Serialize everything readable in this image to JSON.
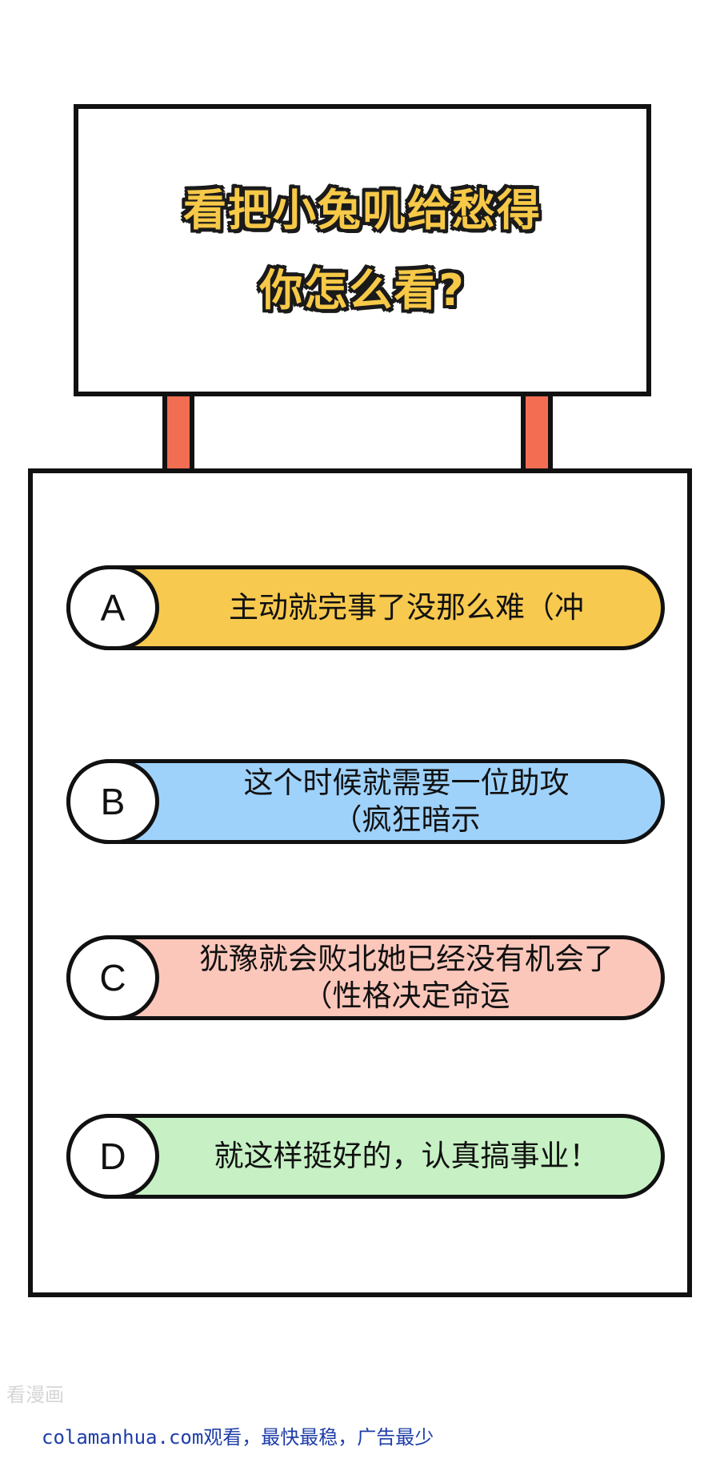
{
  "question": {
    "line1": "看把小兔叽给愁得",
    "line2": "你怎么看?"
  },
  "options": [
    {
      "letter": "A",
      "lines": [
        "主动就完事了没那么难（冲"
      ]
    },
    {
      "letter": "B",
      "lines": [
        "这个时候就需要一位助攻",
        "（疯狂暗示"
      ]
    },
    {
      "letter": "C",
      "lines": [
        "犹豫就会败北她已经没有机会了",
        "（性格决定命运"
      ]
    },
    {
      "letter": "D",
      "lines": [
        "就这样挺好的，认真搞事业！"
      ]
    }
  ],
  "colors": {
    "option_a": "#f7c94f",
    "option_b": "#9fd2fb",
    "option_c": "#fcc7bb",
    "option_d": "#c7f1c4",
    "post": "#f26d52",
    "question_text": "#f7c948"
  },
  "watermark": "看漫画",
  "footer": "colamanhua.com观看，最快最稳，广告最少"
}
